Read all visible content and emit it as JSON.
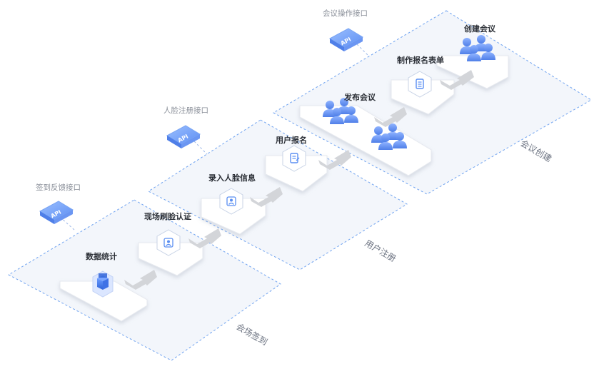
{
  "zones": {
    "meeting_create": "会议创建",
    "user_register": "用户注册",
    "onsite_checkin": "会场签到"
  },
  "apis": {
    "meeting_ops": "会议操作接口",
    "face_register": "人脸注册接口",
    "checkin_feedback": "签到反馈接口",
    "badge": "API"
  },
  "steps": {
    "create_meeting": "创建会议",
    "make_form": "制作报名表单",
    "publish_meeting": "发布会议",
    "user_signup": "用户报名",
    "enter_face": "录入人脸信息",
    "face_verify": "现场刷脸认证",
    "statistics": "数据统计"
  },
  "icons": {
    "people": "people-group-icon",
    "form": "form-document-icon",
    "face": "face-user-icon",
    "cube": "data-cube-icon",
    "arrow": "flow-arrow-icon"
  },
  "colors": {
    "zone_fill": "#f3f6fb",
    "zone_border": "#6ea2f0",
    "icon_blue": "#5b8ff2",
    "arrow": "#d3d5d9"
  }
}
